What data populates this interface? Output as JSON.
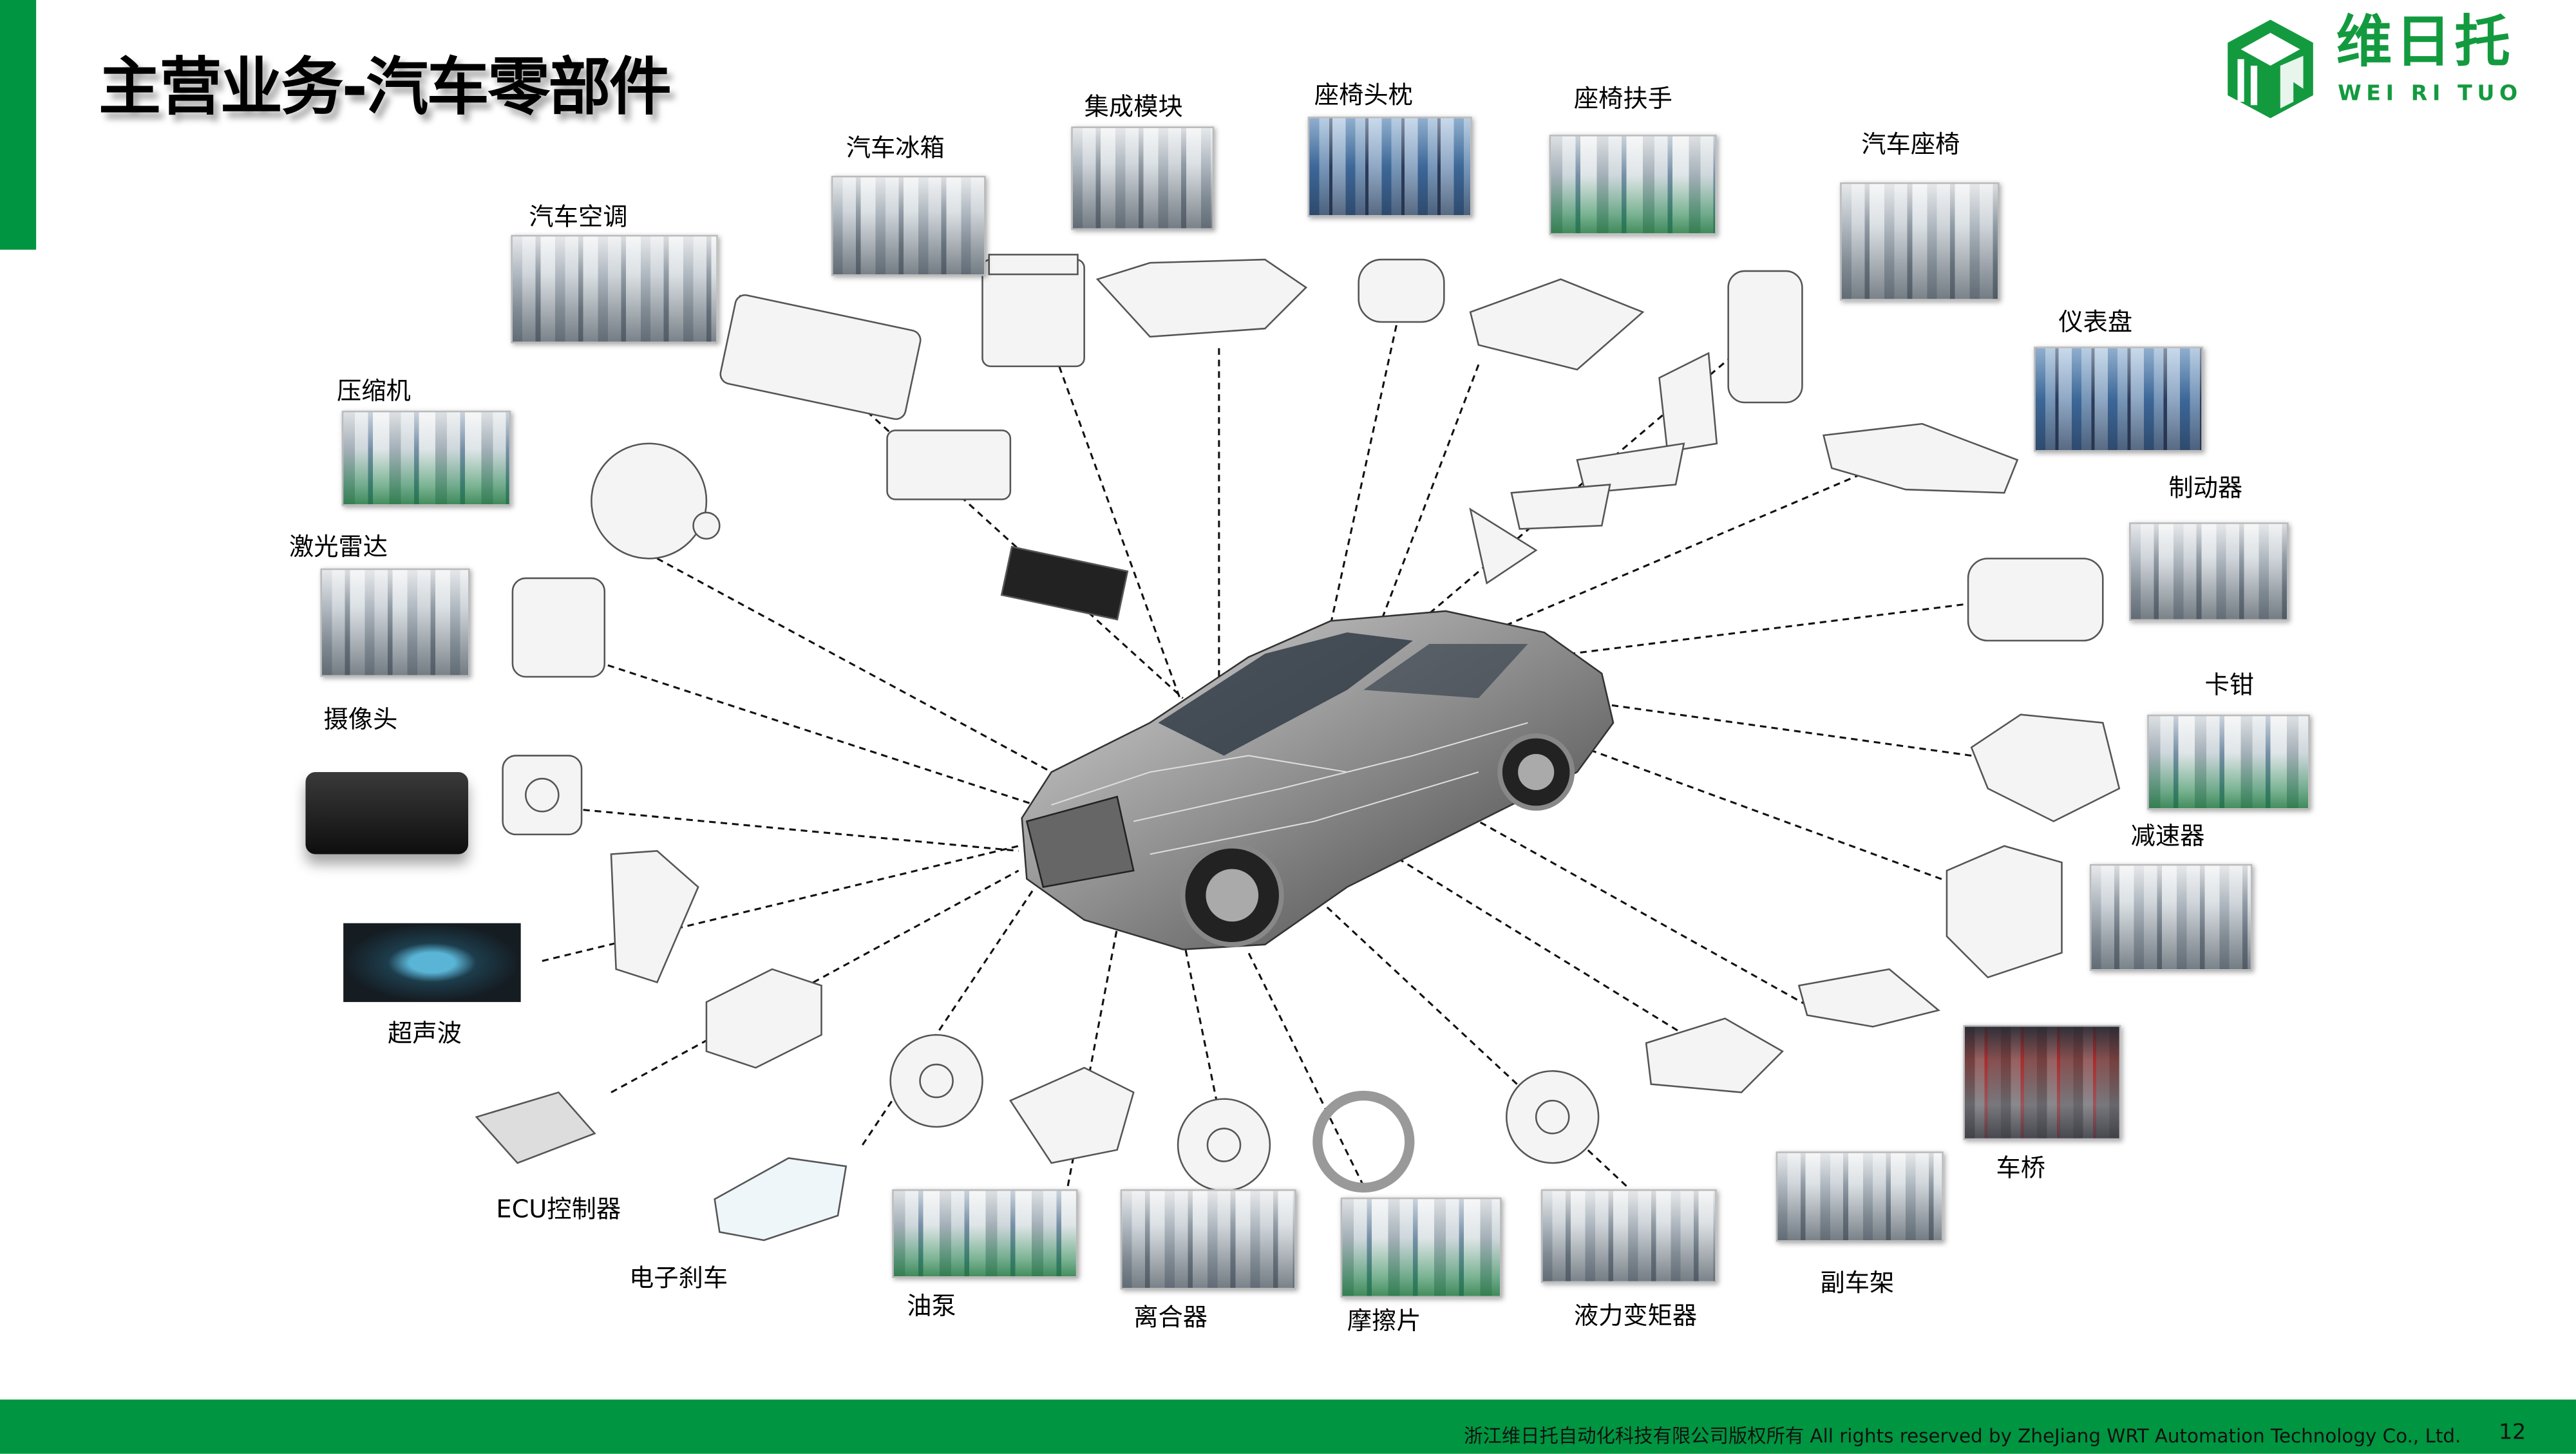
{
  "header": {
    "title": "主营业务-汽车零部件",
    "logo": {
      "cn": "维日托",
      "en": "WEI RI TUO"
    }
  },
  "colors": {
    "brand_green": "#009540",
    "logo_green": "#139a3f"
  },
  "parts": {
    "ac": "汽车空调",
    "fridge": "汽车冰箱",
    "module": "集成模块",
    "headrest": "座椅头枕",
    "armrest": "座椅扶手",
    "seat": "汽车座椅",
    "dashboard": "仪表盘",
    "brake": "制动器",
    "caliper": "卡钳",
    "reducer": "减速器",
    "axle": "车桥",
    "subframe": "副车架",
    "torque_converter": "液力变矩器",
    "friction_plate": "摩擦片",
    "clutch": "离合器",
    "oil_pump": "油泵",
    "e_brake": "电子刹车",
    "ecu": "ECU控制器",
    "ultrasonic": "超声波",
    "camera": "摄像头",
    "lidar": "激光雷达",
    "compressor": "压缩机"
  },
  "footer": {
    "copyright": "浙江维日托自动化科技有限公司版权所有  All rights reserved by ZheJiang WRT Automation Technology Co., Ltd.",
    "page_number": "12"
  }
}
